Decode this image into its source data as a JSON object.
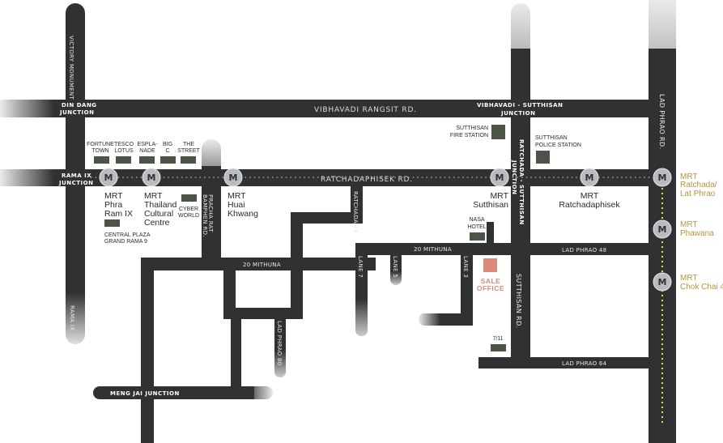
{
  "roads": {
    "victory_monument": "VICTORY MONUMENT",
    "din_dang": "DIN DANG JUNCTION",
    "vibhavadi_rangsit": "VIBHAVADI RANGSIT RD.",
    "vibhavadi_sutthisan": "VIBHAVADI - SUTTHISAN JUNCTION",
    "lad_phrao_rd": "LAD PHRAO RD.",
    "rama_ix_junction": "RAMA IX JUNCTION",
    "ratchadaphisek": "RATCHADAPHISEK RD.",
    "ratchada_sutthisan": "RATCHADA - SUTTHISAN JUNCTION",
    "pracha_rat": "PRACHA RAT BAMPHEN RD.",
    "ratchada_18": "RATCHADA 18",
    "mithuna_west": "20 MITHUNA",
    "mithuna_east": "20 MITHUNA",
    "lad_phrao_48": "LAD PHRAO 48",
    "lane_7": "LANE 7",
    "lane_5": "LANE 5",
    "lane_3": "LANE 3",
    "sutthisan_rd": "SUTTHISAN RD.",
    "lad_phrao_80": "LAD PHRAO 80",
    "lad_phrao_64": "LAD PHRAO 64",
    "meng_jai": "MENG JAI JUNCTION",
    "rama_ix_south": "RAMA IX"
  },
  "landmarks": {
    "fortune_town": [
      "FORTUNE",
      "TOWN"
    ],
    "tesco_lotus": [
      "TESCO",
      "LOTUS"
    ],
    "esplanade": [
      "ESPLA-",
      "NADE"
    ],
    "big_c": [
      "BIG",
      "C"
    ],
    "the_street": [
      "THE",
      "STREET"
    ],
    "cyber_world": [
      "CYBER",
      "WORLD"
    ],
    "central_plaza": [
      "CENTRAL PLAZA",
      "GRAND RAMA 9"
    ],
    "sutthisan_fire": [
      "SUTTHISAN",
      "FIRE STATION"
    ],
    "sutthisan_police": [
      "SUTTHISAN",
      "POLICE STATION"
    ],
    "nasa_hotel": [
      "NASA",
      "HOTEL"
    ],
    "seven_eleven": "7/11"
  },
  "sale_office": [
    "SALE",
    "OFFICE"
  ],
  "metro_letter": "M",
  "stations": {
    "phra_ram_ix": [
      "MRT",
      "Phra",
      "Ram IX"
    ],
    "thailand_cultural": [
      "MRT",
      "Thailand",
      "Cultural",
      "Centre"
    ],
    "huai_khwang": [
      "MRT",
      "Huai",
      "Khwang"
    ],
    "sutthisan": [
      "MRT",
      "Sutthisan"
    ],
    "ratchadaphisek": [
      "MRT",
      "Ratchadaphisek"
    ],
    "ratchada_lat_phrao": [
      "MRT",
      "Ratchada/",
      "Lat Phrao"
    ],
    "phawana": [
      "MRT",
      "Phawana"
    ],
    "chok_chai_4": [
      "MRT",
      "Chok Chai 4"
    ]
  },
  "colors": {
    "road": "#2f3133",
    "landmark": "#4c5448",
    "sale_office": "#d98a7a",
    "station_label_gold": "#b8943c",
    "yellow_line": "#e8e23a"
  }
}
